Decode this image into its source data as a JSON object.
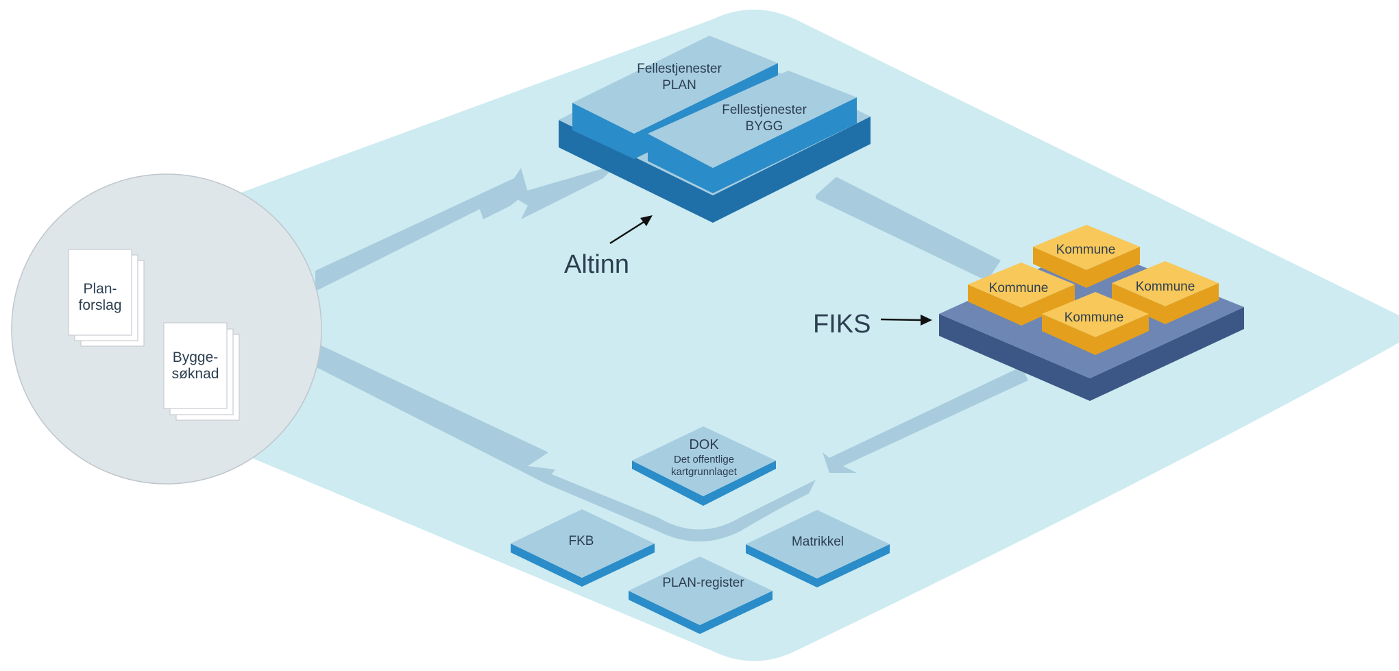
{
  "colors": {
    "background_plane": "#cdebf1",
    "flow_arrow": "#a8ccdd",
    "blue_top": "#a7cde0",
    "blue_side": "#2a8cc8",
    "blue_dark_side": "#1f6fa8",
    "navy_top": "#6e86b4",
    "navy_side": "#3c5785",
    "yellow_top": "#f8c85a",
    "yellow_side": "#e4a01c",
    "circle_fill": "#dfe6ea",
    "circle_stroke": "#bfc7cc"
  },
  "documents": {
    "planforslag_line1": "Plan-",
    "planforslag_line2": "forslag",
    "byggesoknad_line1": "Bygge-",
    "byggesoknad_line2": "søknad"
  },
  "altinn": {
    "label": "Altinn",
    "fellestjenester_plan_line1": "Fellestjenester",
    "fellestjenester_plan_line2": "PLAN",
    "fellestjenester_bygg_line1": "Fellestjenester",
    "fellestjenester_bygg_line2": "BYGG"
  },
  "fiks": {
    "label": "FIKS",
    "kommune_1": "Kommune",
    "kommune_2": "Kommune",
    "kommune_3": "Kommune",
    "kommune_4": "Kommune"
  },
  "registers": {
    "dok_title": "DOK",
    "dok_sub_line1": "Det offentlige",
    "dok_sub_line2": "kartgrunnlaget",
    "fkb": "FKB",
    "matrikkel": "Matrikkel",
    "plan_register": "PLAN-register"
  }
}
